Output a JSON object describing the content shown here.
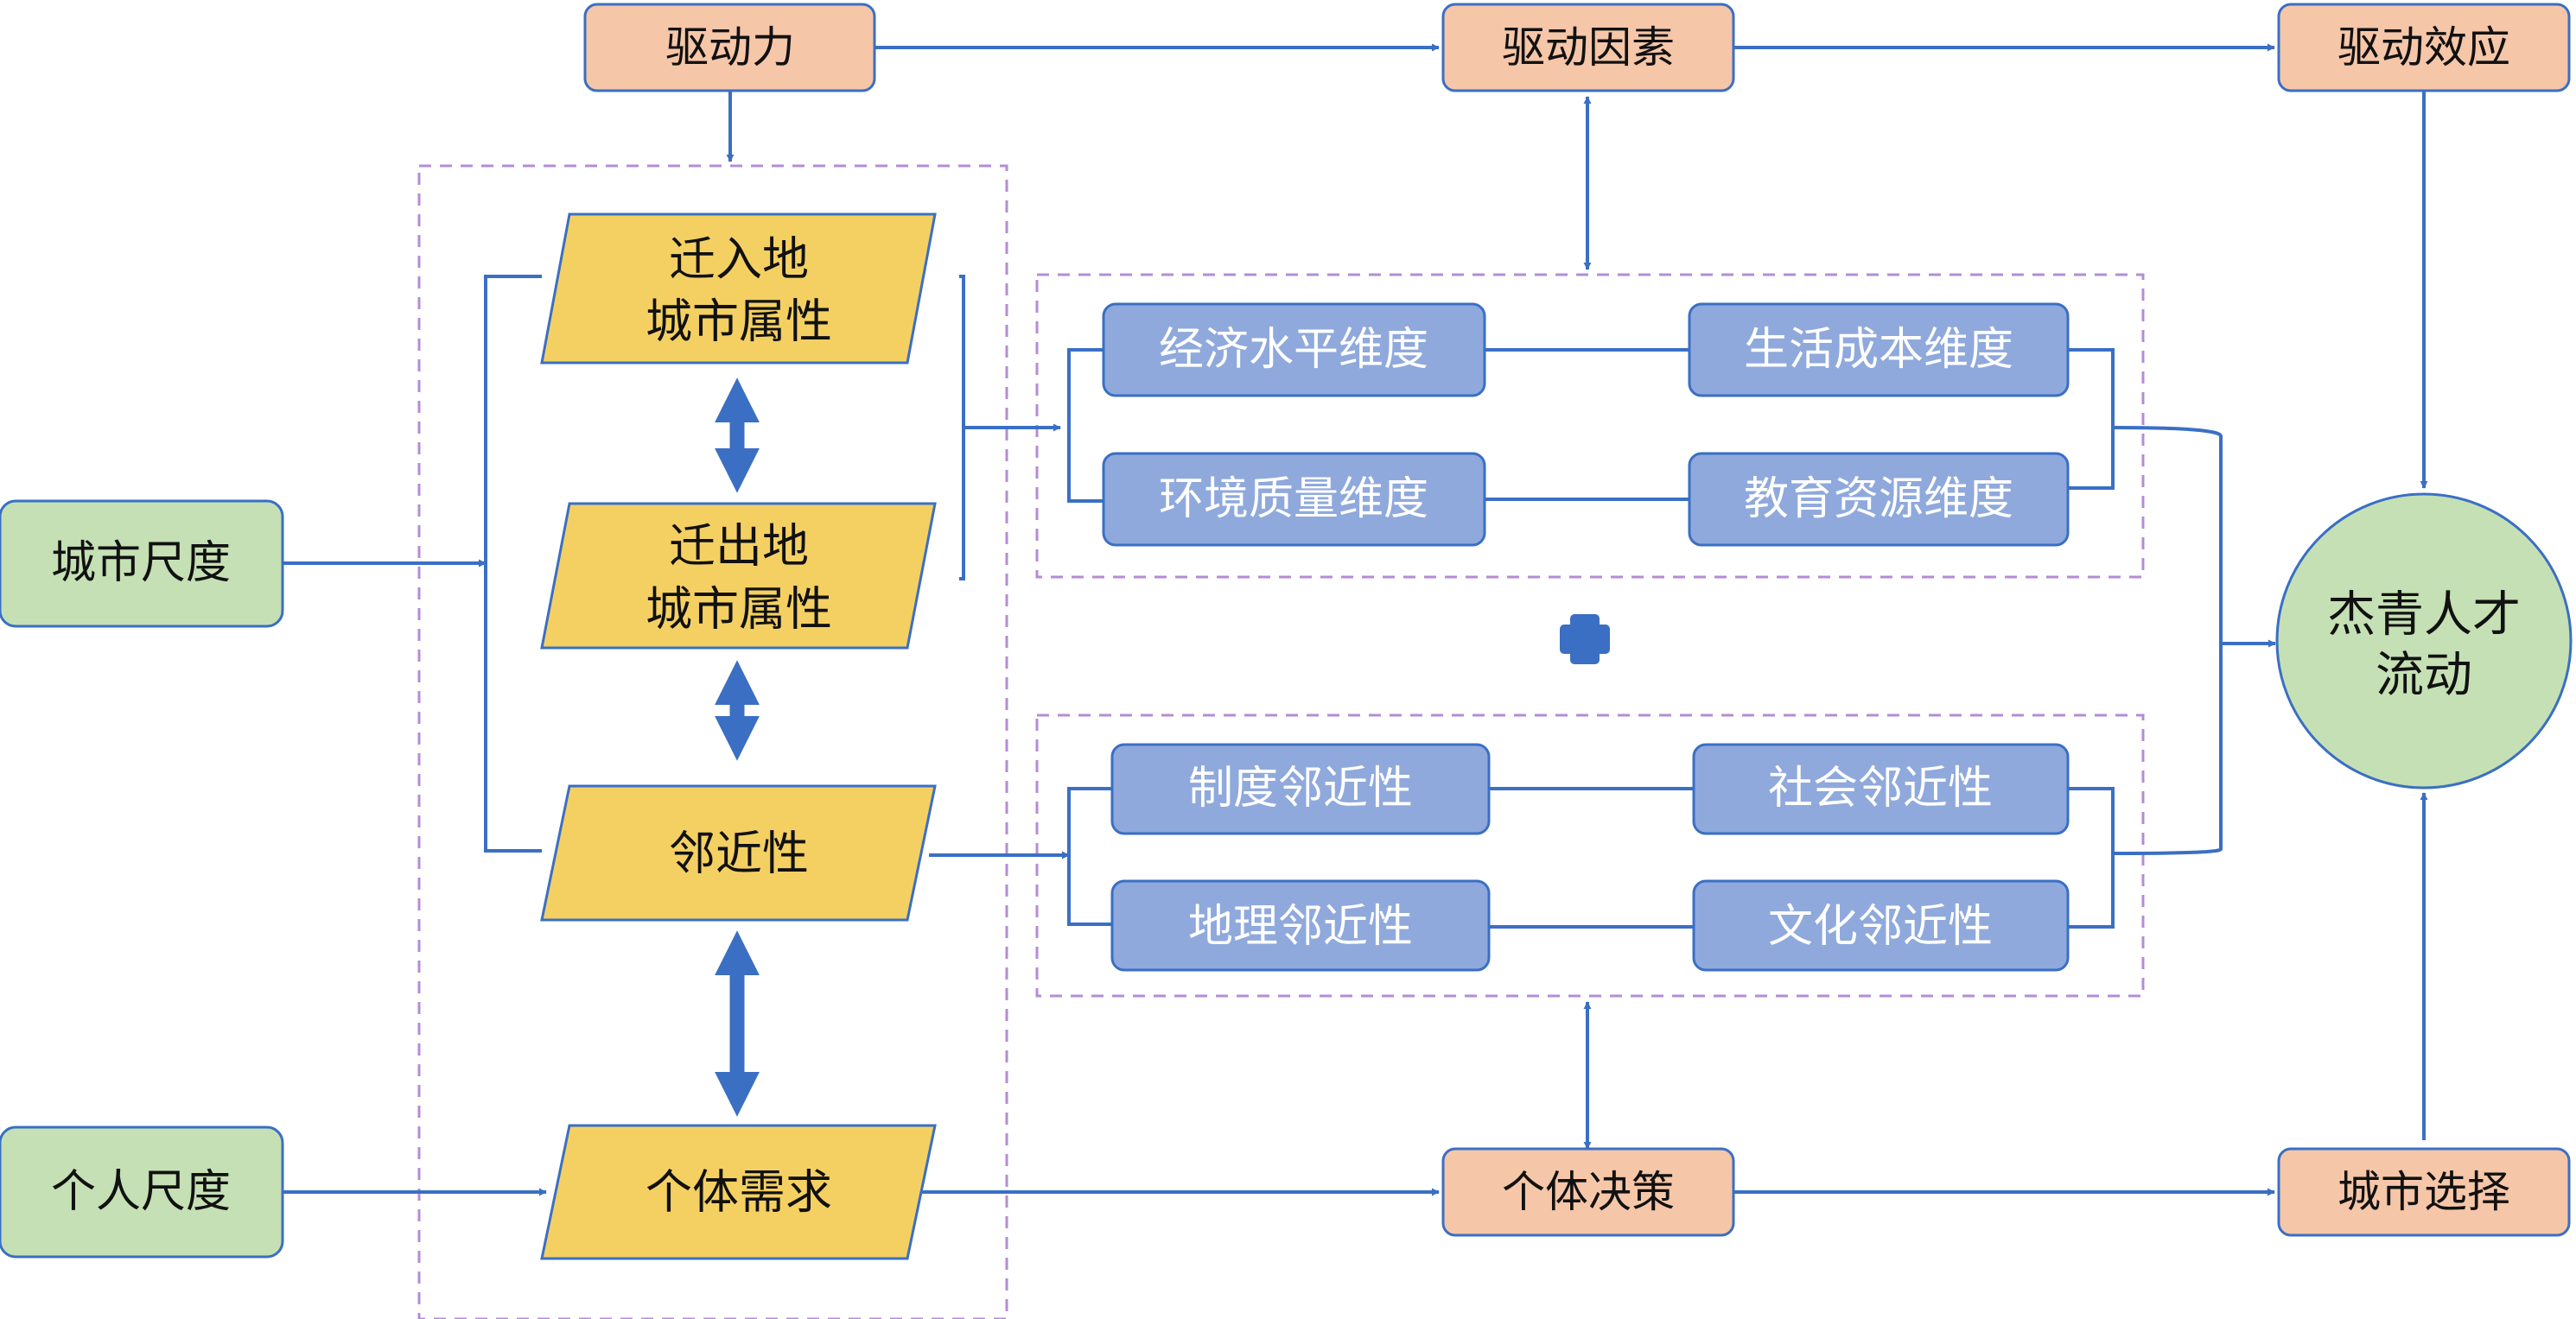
{
  "top": {
    "driving_force": "驱动力",
    "driving_factors": "驱动因素",
    "driving_effect": "驱动效应"
  },
  "left": {
    "city_scale": "城市尺度",
    "individual_scale": "个人尺度",
    "in_city_attr": [
      "迁入地",
      "城市属性"
    ],
    "out_city_attr": [
      "迁出地",
      "城市属性"
    ],
    "proximity": "邻近性",
    "individual_needs": "个体需求"
  },
  "city_dimensions": {
    "economic": "经济水平维度",
    "living_cost": "生活成本维度",
    "environment": "环境质量维度",
    "education": "教育资源维度"
  },
  "proximity_dimensions": {
    "institutional": "制度邻近性",
    "social": "社会邻近性",
    "geographic": "地理邻近性",
    "cultural": "文化邻近性"
  },
  "bottom": {
    "individual_decision": "个体决策",
    "city_choice": "城市选择"
  },
  "outcome": [
    "杰青人才",
    "流动"
  ],
  "colors": {
    "orange_fill": "#F6C6A8",
    "green_fill": "#C5E0B4",
    "yellow_fill": "#F4D063",
    "blue_fill": "#8FA9DC",
    "line_blue": "#3A6FC4",
    "dash_purple": "#B48CD6"
  }
}
